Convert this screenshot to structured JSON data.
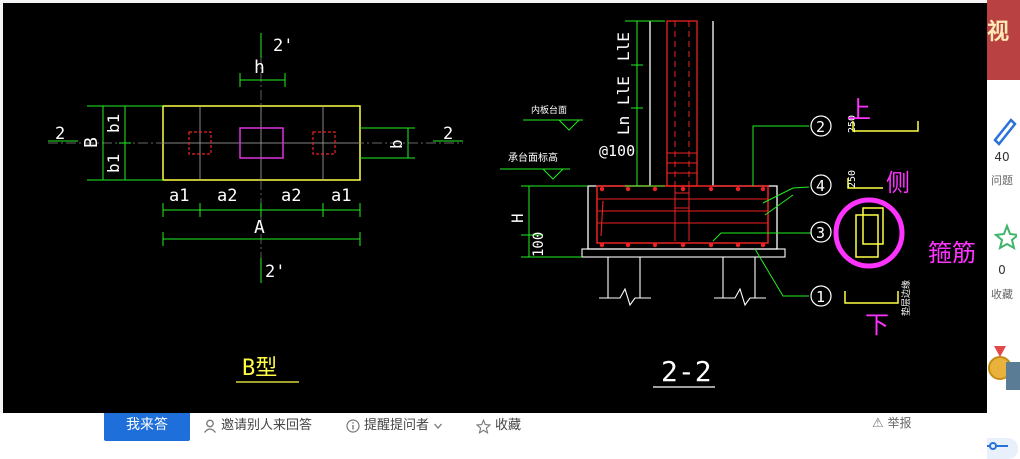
{
  "drawing": {
    "left": {
      "dim_2_top": "2'",
      "dim_h": "h",
      "dim_2_left": "2",
      "dim_B": "B",
      "dim_b1_top": "b1",
      "dim_b1_bottom": "b1",
      "dim_2_right": "2",
      "dim_b": "b",
      "dim_a1_left": "a1",
      "dim_a2_left": "a2",
      "dim_a2_right": "a2",
      "dim_a1_right": "a1",
      "dim_A": "A",
      "dim_2_bottom": "2'",
      "type_label": "B型"
    },
    "right": {
      "lle_top": "LlE",
      "lle_mid": "LlE",
      "ln": "Ln",
      "inner_top_label": "内板台面",
      "slab_top_label": "承台面标高",
      "spacing": "@100",
      "dim_H": "H",
      "dim_100": "100",
      "callout_1": "1",
      "callout_2": "2",
      "callout_3": "3",
      "callout_4": "4",
      "dim_250_top": "250",
      "dim_250_mid": "250",
      "bottom_note": "垫层边缘",
      "section_label": "2-2"
    },
    "annotations": {
      "top": "上",
      "side": "侧",
      "stirrup": "箍筋",
      "bottom": "下"
    }
  },
  "toolbar": {
    "answer_button": "我来答",
    "invite": "邀请别人来回答",
    "remind": "提醒提问者",
    "favorite": "收藏",
    "report": "举报"
  },
  "side_panel": {
    "banner_text": "视",
    "stat_1_value": "40",
    "stat_1_label": "问题",
    "stat_2_value": "0",
    "stat_2_label": "收藏"
  },
  "colors": {
    "cad_bg": "#000000",
    "outline_yellow": "#ffff44",
    "dim_green": "#22ee22",
    "dim_white": "#ffffff",
    "rebar_red": "#ee2222",
    "column_magenta": "#dd33dd",
    "annotation_magenta": "#ff33ff",
    "answer_button": "#1e6fd9"
  }
}
